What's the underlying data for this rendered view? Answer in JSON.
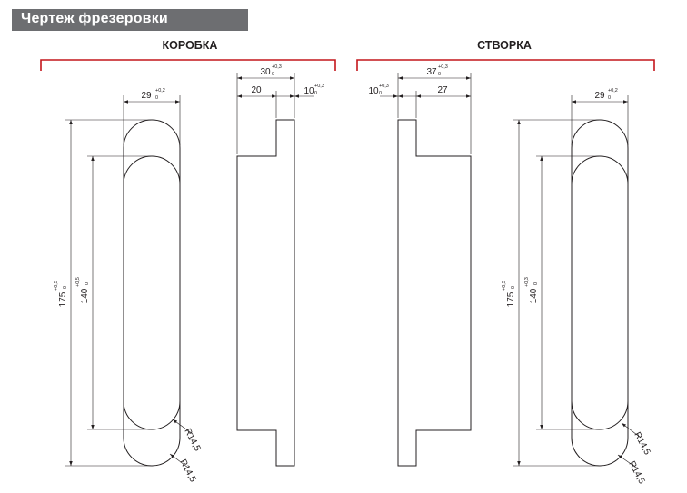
{
  "header": {
    "title": "Чертеж фрезеровки"
  },
  "accent_color": "#c4161c",
  "sections": {
    "box": {
      "label": "КОРОБКА",
      "width_dim": {
        "value": "29",
        "tol_sup": "+0,2",
        "tol_sub": "0"
      },
      "total_dim": {
        "value": "30",
        "tol_sup": "+0,3",
        "tol_sub": "0"
      },
      "deep_dim": {
        "value": "20"
      },
      "step_dim": {
        "value": "10",
        "tol_sup": "+0,3",
        "tol_sub": "0"
      },
      "outer_len": {
        "value": "175",
        "tol_sup": "+0,5",
        "tol_sub": "0"
      },
      "inner_len": {
        "value": "140",
        "tol_sup": "+0,5",
        "tol_sub": "0"
      },
      "radius_top": "R14,5",
      "radius_bottom": "R14,5"
    },
    "leaf": {
      "label": "СТВОРКА",
      "width_dim": {
        "value": "29",
        "tol_sup": "+0,2",
        "tol_sub": "0"
      },
      "total_dim": {
        "value": "37",
        "tol_sup": "+0,3",
        "tol_sub": "0"
      },
      "deep_dim": {
        "value": "27"
      },
      "step_dim": {
        "value": "10",
        "tol_sup": "+0,3",
        "tol_sub": "0"
      },
      "outer_len": {
        "value": "175",
        "tol_sup": "+0,3",
        "tol_sub": "0"
      },
      "inner_len": {
        "value": "140",
        "tol_sup": "+0,3",
        "tol_sub": "0"
      },
      "radius_top": "R14,5",
      "radius_bottom": "R14,5"
    }
  }
}
